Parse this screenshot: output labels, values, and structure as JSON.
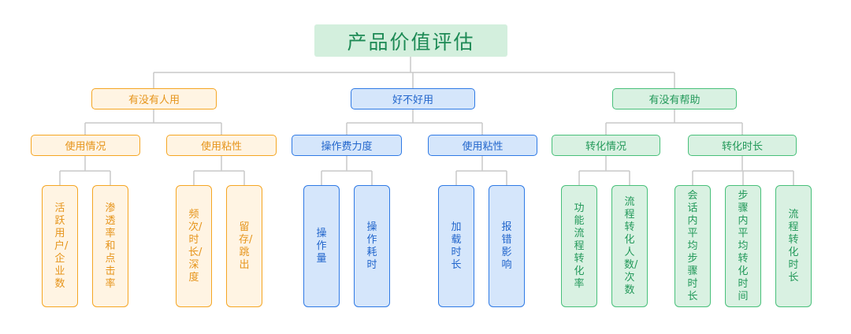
{
  "root": {
    "label": "产品价值评估"
  },
  "colors": {
    "orange": "#f5a623",
    "blue": "#2f7ae5",
    "green": "#48c07a",
    "connector": "#c8c8c8"
  },
  "groups": [
    {
      "label": "有没有人用",
      "color": "orange",
      "subs": [
        {
          "label": "使用情况",
          "leaves": [
            "活跃用户/企业数",
            "渗透率和点击率"
          ]
        },
        {
          "label": "使用粘性",
          "leaves": [
            "频次/时长/深度",
            "留存/跳出"
          ]
        }
      ]
    },
    {
      "label": "好不好用",
      "color": "blue",
      "subs": [
        {
          "label": "操作费力度",
          "leaves": [
            "操作量",
            "操作耗时"
          ]
        },
        {
          "label": "使用粘性",
          "leaves": [
            "加载时长",
            "报错影响"
          ]
        }
      ]
    },
    {
      "label": "有没有帮助",
      "color": "green",
      "subs": [
        {
          "label": "转化情况",
          "leaves": [
            "功能流程转化率",
            "流程转化人数/次数"
          ]
        },
        {
          "label": "转化时长",
          "leaves": [
            "会话内平均步骤时长",
            "步骤内平均转化时间",
            "流程转化时长"
          ]
        }
      ]
    }
  ]
}
